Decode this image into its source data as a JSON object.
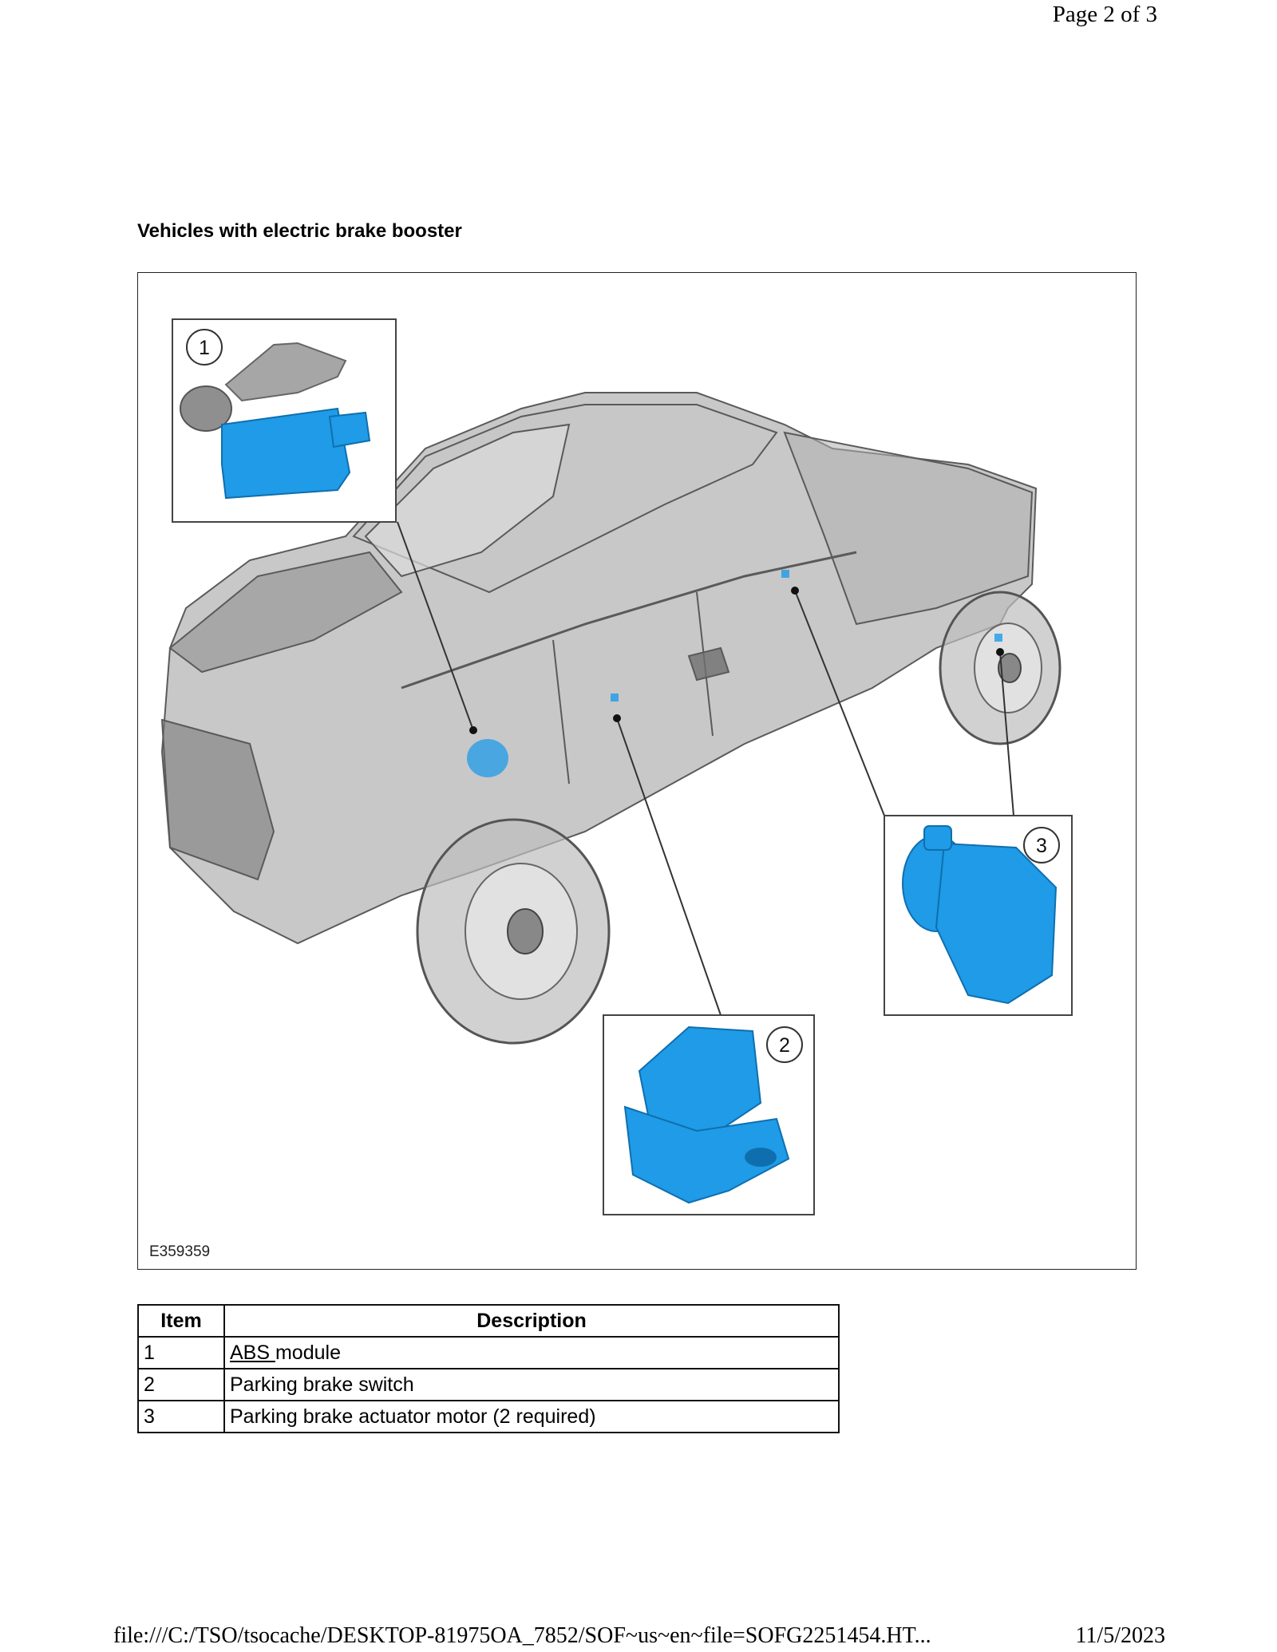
{
  "header": {
    "page_label": "Page 2 of 3"
  },
  "section": {
    "title": "Vehicles with electric brake booster"
  },
  "figure": {
    "id": "E359359",
    "callouts": [
      "1",
      "2",
      "3"
    ],
    "highlight_color": "#1f9be8"
  },
  "table": {
    "headers": {
      "item": "Item",
      "description": "Description"
    },
    "rows": [
      {
        "item": "1",
        "link": "ABS ",
        "description": "module"
      },
      {
        "item": "2",
        "link": "",
        "description": "Parking brake switch"
      },
      {
        "item": "3",
        "link": "",
        "description": "Parking brake actuator motor (2 required)"
      }
    ]
  },
  "footer": {
    "path": "file:///C:/TSO/tsocache/DESKTOP-81975OA_7852/SOF~us~en~file=SOFG2251454.HT...",
    "date": "11/5/2023"
  }
}
